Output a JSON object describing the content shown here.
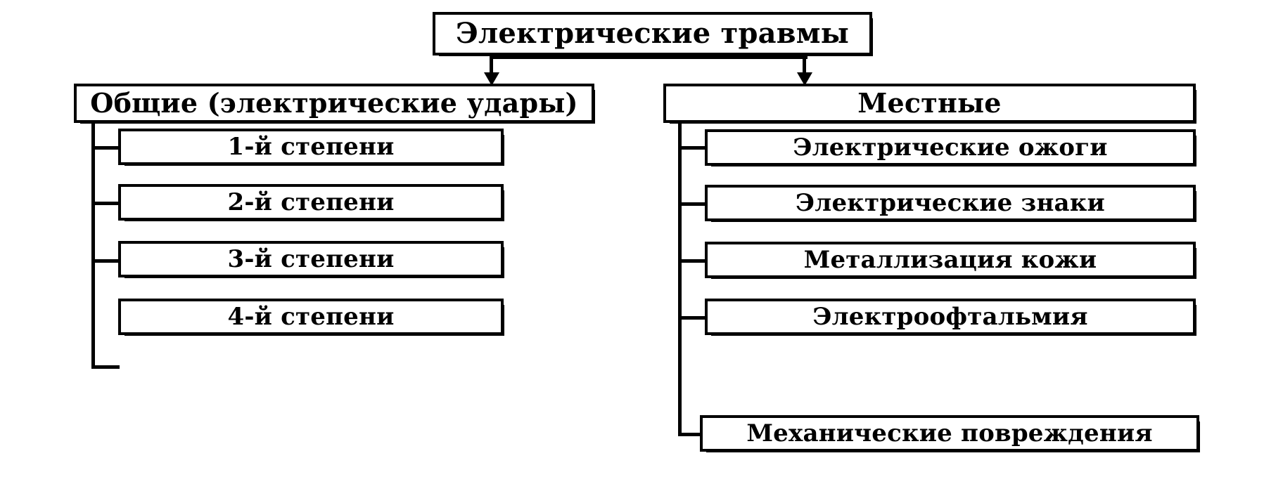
{
  "diagram": {
    "title": "Электрические травмы",
    "root": {
      "label": "Электрические травмы"
    },
    "branches": [
      {
        "id": "general",
        "header": "Общие (электрические удары)",
        "items": [
          {
            "label": "1-й степени"
          },
          {
            "label": "2-й степени"
          },
          {
            "label": "3-й степени"
          },
          {
            "label": "4-й степени"
          }
        ]
      },
      {
        "id": "local",
        "header": "Местные",
        "items": [
          {
            "label": "Электрические ожоги"
          },
          {
            "label": "Электрические знаки"
          },
          {
            "label": "Металлизация кожи"
          },
          {
            "label": "Электроофтальмия"
          },
          {
            "label": "Механические повреждения"
          }
        ]
      }
    ],
    "colors": {
      "line": "#000000",
      "fill": "#ffffff",
      "text": "#000000"
    }
  }
}
